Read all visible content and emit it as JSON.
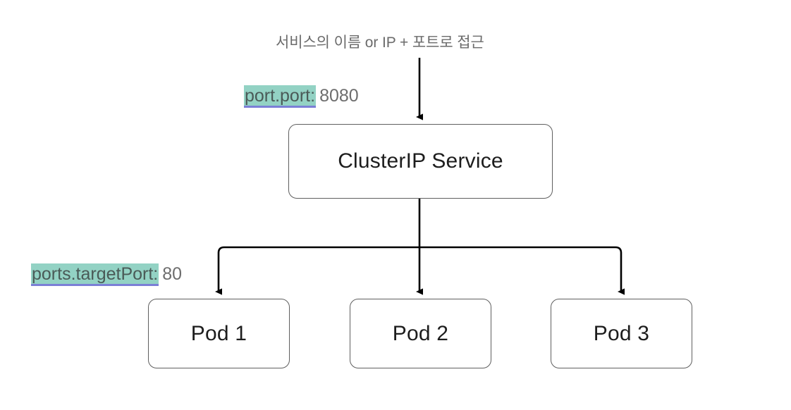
{
  "diagram": {
    "title_note": "서비스의 이름 or IP + 포트로 접근",
    "colors": {
      "highlight": "#93d2c4",
      "underline": "#7b7fd6",
      "node_border": "#5f5f5f",
      "edge": "#000000",
      "text_gray": "#6d6d6d",
      "node_text": "#1d1d1d",
      "background": "#ffffff"
    },
    "annotations": [
      {
        "key": "port.port:",
        "value": "8080",
        "name": "port-port-annotation"
      },
      {
        "key": "ports.targetPort:",
        "value": "80",
        "name": "ports-targetport-annotation"
      }
    ],
    "nodes": {
      "service": {
        "label": "ClusterIP Service"
      },
      "pods": [
        {
          "label": "Pod 1"
        },
        {
          "label": "Pod 2"
        },
        {
          "label": "Pod 3"
        }
      ]
    },
    "edges": [
      {
        "name": "client-to-service",
        "from": "client",
        "to": "service"
      },
      {
        "name": "service-to-pod-1",
        "from": "service",
        "to": "pod-1"
      },
      {
        "name": "service-to-pod-2",
        "from": "service",
        "to": "pod-2"
      },
      {
        "name": "service-to-pod-3",
        "from": "service",
        "to": "pod-3"
      }
    ]
  }
}
